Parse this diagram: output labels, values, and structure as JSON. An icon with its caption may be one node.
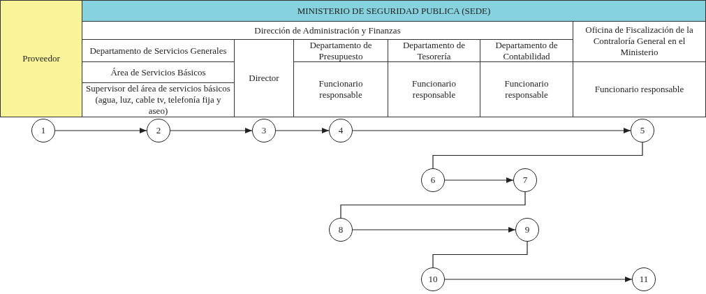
{
  "diagram": {
    "nodes": [
      {
        "text": [
          "Proveedor"
        ]
      },
      {
        "text": [
          "MINISTERIO DE SEGURIDAD PUBLICA (SEDE)"
        ]
      },
      {
        "text": [
          "Dirección de Administración y Finanzas"
        ]
      },
      {
        "text": [
          "Oficina de Fiscalización de la Contraloría General en el Ministerio"
        ]
      },
      {
        "text": [
          "Departamento de Servicios Generales"
        ]
      },
      {
        "text": [
          "Director"
        ]
      },
      {
        "text": [
          "Departamento de Presupuesto"
        ]
      },
      {
        "text": [
          "Departamento de Tesorería"
        ]
      },
      {
        "text": [
          "Departamento de Contabilidad"
        ]
      },
      {
        "text": [
          "Área de Servicios Básicos"
        ]
      },
      {
        "text": [
          "Funcionario responsable"
        ]
      },
      {
        "text": [
          "Funcionario responsable"
        ]
      },
      {
        "text": [
          "Funcionario responsable"
        ]
      },
      {
        "text": [
          "Funcionario responsable"
        ]
      },
      {
        "text": [
          "Supervisor del área de servicios básicos (agua, luz, cable tv, telefonía fija y aseo)"
        ]
      },
      {
        "text": [
          "1"
        ]
      },
      {
        "text": [
          "2"
        ]
      },
      {
        "text": [
          "3"
        ]
      },
      {
        "text": [
          "4"
        ]
      },
      {
        "text": [
          "5"
        ]
      },
      {
        "text": [
          "6"
        ]
      },
      {
        "text": [
          "7"
        ]
      },
      {
        "text": [
          "8"
        ]
      },
      {
        "text": [
          "9"
        ]
      },
      {
        "text": [
          "10"
        ]
      },
      {
        "text": [
          "11"
        ]
      }
    ],
    "edges": [
      {
        "from": 15,
        "to": 16,
        "arrow": "to"
      },
      {
        "from": 16,
        "to": 17,
        "arrow": "to"
      },
      {
        "from": 17,
        "to": 18,
        "arrow": "to"
      },
      {
        "from": 18,
        "to": 19,
        "arrow": "to"
      },
      {
        "from": 19,
        "to": 20,
        "arrow": "none"
      },
      {
        "from": 20,
        "to": 21,
        "arrow": "to"
      },
      {
        "from": 21,
        "to": 22,
        "arrow": "none"
      },
      {
        "from": 22,
        "to": 23,
        "arrow": "to"
      },
      {
        "from": 23,
        "to": 24,
        "arrow": "none"
      },
      {
        "from": 24,
        "to": 25,
        "arrow": "to"
      }
    ]
  }
}
